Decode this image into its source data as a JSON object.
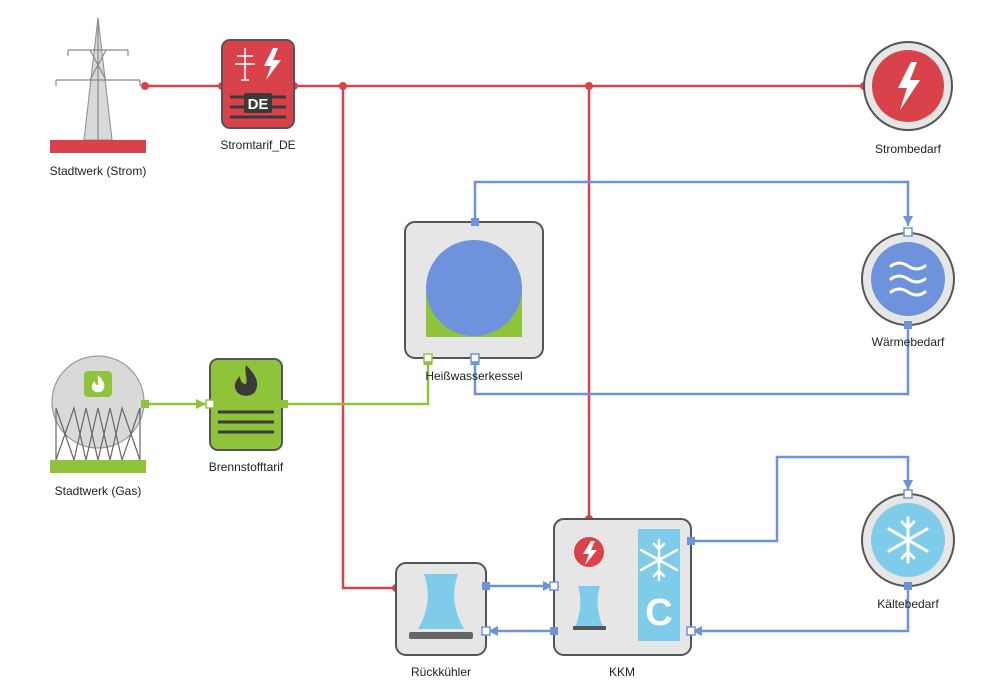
{
  "colors": {
    "electric": "#d9424a",
    "heat": "#6e93dc",
    "gas": "#8fc43a",
    "cold": "#7fcbea",
    "node_bg": "#e6e6e6",
    "node_border": "#555555"
  },
  "nodes": {
    "stadtwerk_strom": {
      "label": "Stadtwerk (Strom)",
      "icon": "power-pylon-icon"
    },
    "stromtarif": {
      "label": "Stromtarif_DE",
      "badge": "DE",
      "icon": "electricity-tariff-icon"
    },
    "strombedarf": {
      "label": "Strombedarf",
      "icon": "lightning-icon"
    },
    "heisswasserkessel": {
      "label": "Heißwasserkessel",
      "icon": "boiler-icon"
    },
    "waermebedarf": {
      "label": "Wärmebedarf",
      "icon": "heat-waves-icon"
    },
    "stadtwerk_gas": {
      "label": "Stadtwerk (Gas)",
      "icon": "gas-tank-icon"
    },
    "brennstofftarif": {
      "label": "Brennstofftarif",
      "icon": "fuel-tariff-icon"
    },
    "kkm": {
      "label": "KKM",
      "badge": "C",
      "icon": "chiller-icon"
    },
    "kaeltebedarf": {
      "label": "Kältebedarf",
      "icon": "snowflake-icon"
    },
    "rueckkuehler": {
      "label": "Rückkühler",
      "icon": "cooling-tower-icon"
    }
  }
}
